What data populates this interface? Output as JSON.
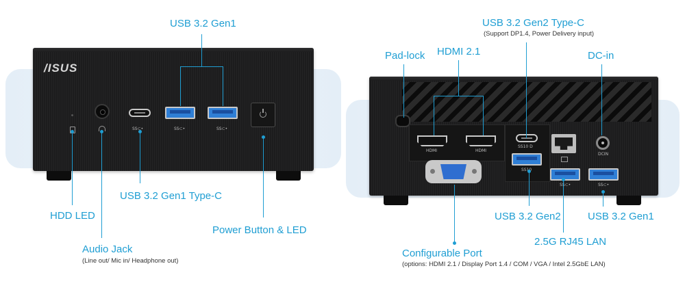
{
  "front": {
    "brand": "/ISUS",
    "labels": {
      "usb_gen1": "USB 3.2 Gen1",
      "usb_typec": "USB 3.2 Gen1 Type-C",
      "hdd_led": "HDD LED",
      "power": "Power Button & LED",
      "audio": "Audio Jack",
      "audio_sub": "(Line out/ Mic in/ Headphone out)"
    },
    "port_marks": {
      "ss1": "SS⊂•",
      "ss2": "SS⊂•",
      "ss3": "SS⊂•"
    }
  },
  "rear": {
    "labels": {
      "typec_gen2": "USB 3.2 Gen2 Type-C",
      "typec_gen2_sub": "(Support DP1.4, Power Delivery input)",
      "padlock": "Pad-lock",
      "hdmi": "HDMI 2.1",
      "dcin": "DC-in",
      "gen2": "USB 3.2 Gen2",
      "gen1": "USB 3.2 Gen1",
      "lan": "2.5G RJ45 LAN",
      "config": "Configurable Port",
      "config_sub": "(options: HDMI 2.1 / Display Port 1.4 / COM /  VGA / Intel 2.5GbE LAN)"
    },
    "port_marks": {
      "hdmi1": "HDMI",
      "hdmi2": "HDMI",
      "dcin": "DCIN",
      "ss10c": "SS10 D",
      "ss10": "SS10",
      "ssa": "SS⊂•",
      "ssb": "SS⊂•"
    }
  },
  "colors": {
    "accent": "#1f9ed3",
    "device": "#1c1c1d",
    "usb_blue": "#2f7fd6",
    "panel_bg": "#e8f1f8"
  }
}
